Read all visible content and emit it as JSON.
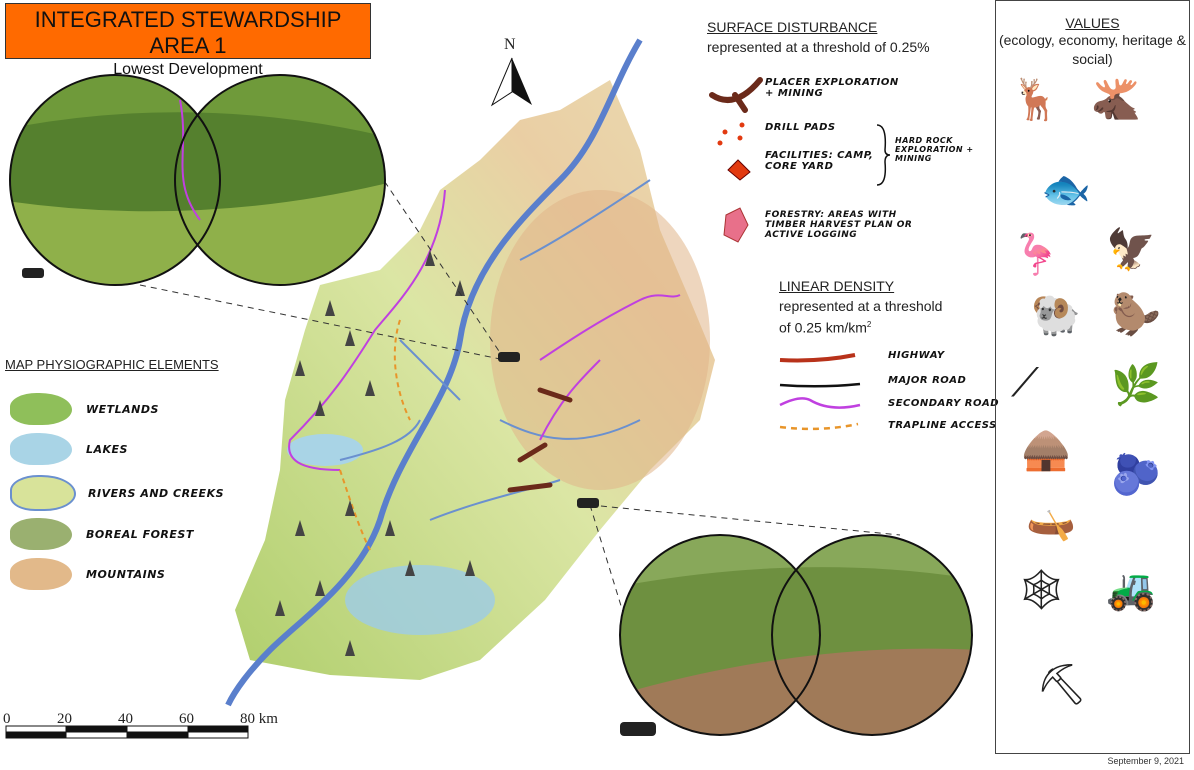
{
  "title": {
    "main": "INTEGRATED STEWARDSHIP AREA 1",
    "sub": "Lowest Development",
    "color": "#ff6a00"
  },
  "north_label": "N",
  "surface": {
    "heading": "SURFACE DISTURBANCE",
    "subtitle": "represented at a threshold of 0.25%",
    "items": [
      {
        "icon": "placer-icon",
        "label": "Placer exploration + mining"
      },
      {
        "icon": "drill-pads-icon",
        "label": "Drill pads"
      },
      {
        "icon": "facilities-icon",
        "label": "Facilities: camp, core yard"
      },
      {
        "icon": "forestry-icon",
        "label": "Forestry: areas with timber harvest plan or active logging"
      }
    ],
    "bracket_label": "Hard rock exploration + mining"
  },
  "linear": {
    "heading": "LINEAR DENSITY",
    "subtitle1": "represented at a threshold",
    "subtitle2": "of 0.25 km/km",
    "sup": "2",
    "items": [
      {
        "label": "Highway",
        "color": "#b8321a"
      },
      {
        "label": "Major road",
        "color": "#111111"
      },
      {
        "label": "Secondary road",
        "color": "#c040e0"
      },
      {
        "label": "Trapline access",
        "color": "#e8952a"
      }
    ]
  },
  "physio": {
    "heading": "MAP PHYSIOGRAPHIC ELEMENTS",
    "items": [
      {
        "label": "Wetlands",
        "color": "#8fbf5a"
      },
      {
        "label": "Lakes",
        "color": "#a9d4e6"
      },
      {
        "label": "Rivers and creeks",
        "color": "#d8e39a"
      },
      {
        "label": "Boreal forest",
        "color": "#9ab070"
      },
      {
        "label": "Mountains",
        "color": "#e2b98a"
      }
    ]
  },
  "values": {
    "heading": "VALUES",
    "subtitle": "(ecology, economy, heritage & social)",
    "icons": [
      "caribou-icon",
      "moose-icon",
      "fish-icon",
      "crane-icon",
      "falcon-icon",
      "sheep-icon",
      "beaver-icon",
      "rifle-icon",
      "fireweed-icon",
      "cabin-icon",
      "berries-icon",
      "boat-icon",
      "dreamcatcher-icon",
      "mining-equipment-icon",
      "prospector-icon"
    ]
  },
  "scale": {
    "ticks": [
      "0",
      "20",
      "40",
      "60"
    ],
    "last": "80 km"
  },
  "date": "September 9, 2021"
}
